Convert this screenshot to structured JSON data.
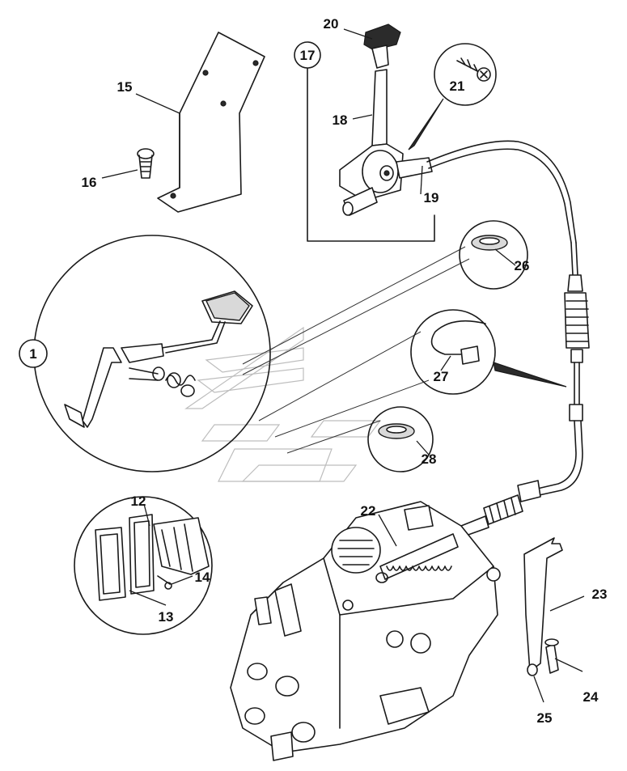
{
  "diagram": {
    "callouts": [
      {
        "id": "c1",
        "text": "1"
      },
      {
        "id": "c12",
        "text": "12"
      },
      {
        "id": "c13",
        "text": "13"
      },
      {
        "id": "c14",
        "text": "14"
      },
      {
        "id": "c15",
        "text": "15"
      },
      {
        "id": "c16",
        "text": "16"
      },
      {
        "id": "c17",
        "text": "17"
      },
      {
        "id": "c18",
        "text": "18"
      },
      {
        "id": "c19",
        "text": "19"
      },
      {
        "id": "c20",
        "text": "20"
      },
      {
        "id": "c21",
        "text": "21"
      },
      {
        "id": "c22",
        "text": "22"
      },
      {
        "id": "c23",
        "text": "23"
      },
      {
        "id": "c24",
        "text": "24"
      },
      {
        "id": "c25",
        "text": "25"
      },
      {
        "id": "c26",
        "text": "26"
      },
      {
        "id": "c27",
        "text": "27"
      },
      {
        "id": "c28",
        "text": "28"
      }
    ]
  }
}
